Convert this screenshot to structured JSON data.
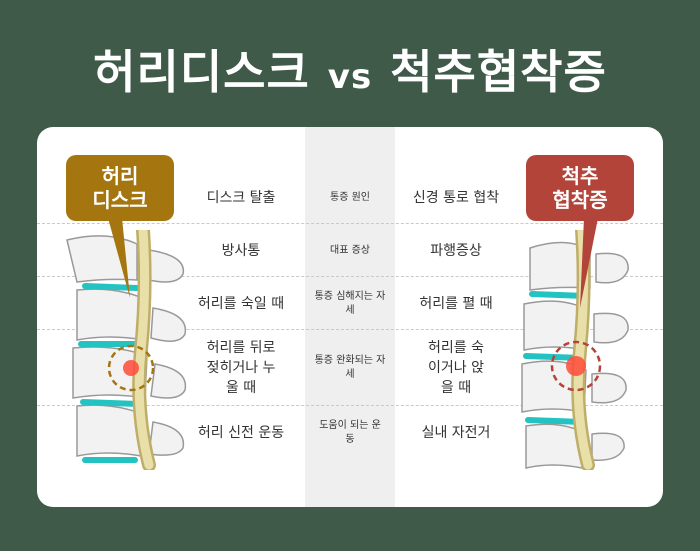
{
  "title": {
    "left": "허리디스크",
    "vs": "vs",
    "right": "척추협착증"
  },
  "badges": {
    "left": {
      "line1": "허리",
      "line2": "디스크",
      "color": "#a57510"
    },
    "right": {
      "line1": "척추",
      "line2": "협착증",
      "color": "#b3443a"
    }
  },
  "rows": [
    {
      "left": "디스크 탈출",
      "mid": "통증 원인",
      "right": "신경 통로 협착"
    },
    {
      "left": "방사통",
      "mid": "대표 증상",
      "right": "파행증상"
    },
    {
      "left": "허리를 숙일 때",
      "mid": "통증 심해지는 자세",
      "right": "허리를 펼 때"
    },
    {
      "left": "허리를 뒤로 젖히거나 누울 때",
      "mid": "통증 완화되는 자세",
      "right": "허리를 숙이거나 앉을 때"
    },
    {
      "left": "허리 신전 운동",
      "mid": "도움이 되는 운동",
      "right": "실내 자전거"
    }
  ],
  "colors": {
    "background": "#3f5a49",
    "disc": "#25c2c2",
    "nerve": "#e9dfa9",
    "vertebra": "#f2f2f2"
  }
}
